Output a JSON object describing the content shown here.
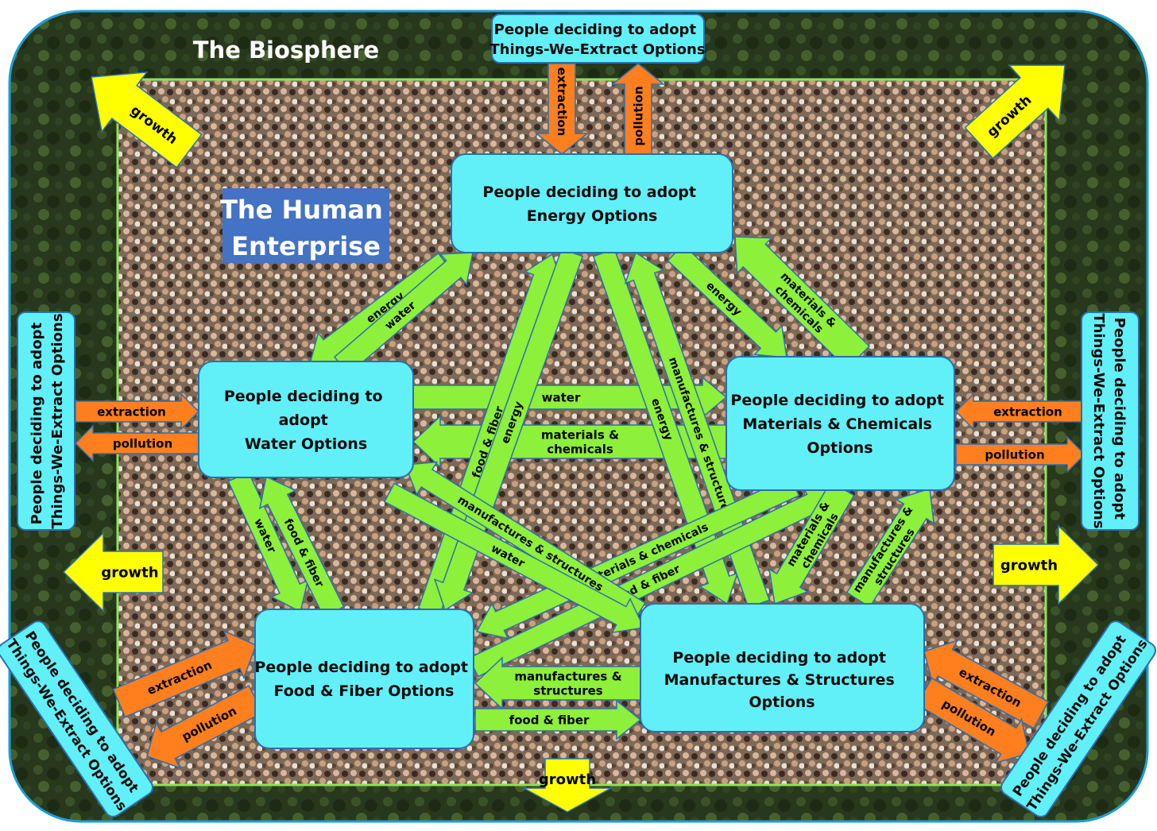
{
  "biosphere_title": "The Biosphere",
  "human_enterprise": {
    "line1": "The Human",
    "line2": "Enterprise"
  },
  "colors": {
    "biosphere_border": "#1aa0d8",
    "forest": "#27381c",
    "crowd": "#8a7562",
    "enterprise_border": "#8fe05a",
    "node_fill": "#61f0f7",
    "node_border": "#2a6fb0",
    "flow_arrow": "#8df03a",
    "orange_arrow": "#ff7f1e",
    "growth_arrow": "#ffff00",
    "enterprise_label_bg": "#4472c4"
  },
  "nodes": {
    "energy": {
      "line1": "People deciding to adopt",
      "line2": "Energy Options"
    },
    "water": {
      "line1": "People deciding to",
      "line2": "adopt",
      "line3": "Water Options"
    },
    "materials": {
      "line1": "People deciding to adopt",
      "line2": "Materials & Chemicals",
      "line3": "Options"
    },
    "food": {
      "line1": "People deciding to adopt",
      "line2": "Food & Fiber Options"
    },
    "manufactures": {
      "line1": "People deciding to adopt",
      "line2": "Manufactures & Structures",
      "line3": "Options"
    }
  },
  "extract_boxes": {
    "line1": "People deciding to adopt",
    "line2": "Things-We-Extract Options"
  },
  "orange_labels": {
    "extraction": "extraction",
    "pollution": "pollution"
  },
  "growth_label": "growth",
  "flow_labels": {
    "energy": "energy",
    "water": "water",
    "food_fiber": "food & fiber",
    "materials": "materials &",
    "chemicals": "chemicals",
    "materials_chemicals": "materials & chemicals",
    "manufactures": "manufactures &",
    "structures": "structures",
    "manufactures_structures": "manufactures & structures"
  }
}
